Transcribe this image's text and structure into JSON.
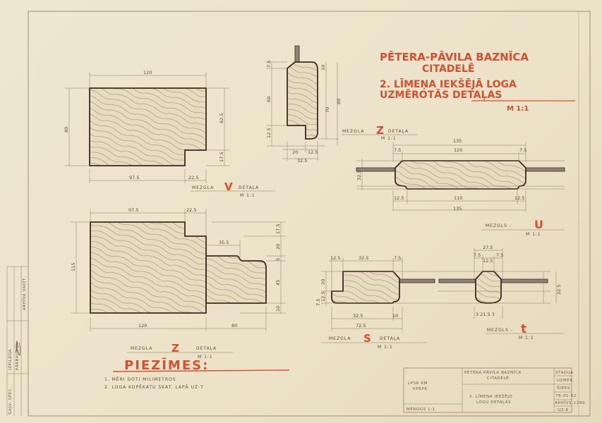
{
  "title": {
    "line1": "PĒTERA-PĀVILA BAZNĪCA",
    "line2": "CITADELĒ",
    "line3": "2. LĪMEŅA IEKŠĒJĀ LOGA",
    "line4": "UZMĒROTĀS DETAĻAS",
    "scale": "M 1:1"
  },
  "details": {
    "v": {
      "label_left": "MEZGLA",
      "letter": "V",
      "label_right": "DETAĻA",
      "scale": "M 1:1",
      "dims": {
        "top": "120",
        "left": "80",
        "bottom_a": "97.5",
        "bottom_b": "22.5",
        "right_a": "62.5",
        "right_b": "17.5"
      }
    },
    "z_small": {
      "label_left": "MEZGLA",
      "letter": "Z",
      "label_right": "DETAĻA",
      "scale": "M 1:1",
      "dims": {
        "l1": "7.5",
        "l2": "60",
        "l3": "12.5",
        "r1": "10",
        "r2": "70",
        "r3": "80",
        "b1": "20",
        "b2": "12.5",
        "b3": "32.5"
      }
    },
    "u": {
      "label_left": "MEZGLS -",
      "letter": "U",
      "scale": "M 1:1",
      "dims": {
        "top_total": "135",
        "t1": "7.5",
        "t2": "120",
        "t3": "7.5",
        "b1": "12.5",
        "b2": "110",
        "b3": "12.5",
        "bottom_total": "135",
        "left": "32.5"
      }
    },
    "z_large": {
      "label_left": "MEZGLA",
      "letter": "Z",
      "label_right": "DETAĻA",
      "scale": "M 1:1",
      "dims": {
        "t1": "97.5",
        "t2": "22.5",
        "left": "115",
        "inner": "35.5",
        "r1": "17.5",
        "r2": "20",
        "r3": "5",
        "r4": "45",
        "r5": "10",
        "b1": "120",
        "b2": "80"
      }
    },
    "s": {
      "label_left": "MEZGLA",
      "letter": "S",
      "label_right": "DETAĻA",
      "scale": "M 1:1",
      "dims": {
        "t1": "12.5",
        "t2": "32.5",
        "t3": "7.5",
        "l1": "20",
        "l2": "12.5",
        "l3": "7.5",
        "b1": "32.5",
        "b2": "10",
        "b3": "72.5"
      }
    },
    "t": {
      "label_left": "MEZGLS -",
      "letter": "t",
      "scale": "M 1:1",
      "dims": {
        "top": "27.5",
        "t1": "7.5",
        "t2": "12.5",
        "t3": "7.5",
        "bottom": "3 21.5 3",
        "right": "32.5"
      }
    }
  },
  "notes": {
    "heading": "PIEZĪMES:",
    "items": [
      "1. MĒRI DOTI MILIMETROS",
      "2. LOGA KOPĒKATU SKAT. LAPĀ UZ-7"
    ]
  },
  "title_block": {
    "org_1": "LPSR KM",
    "org_2": "KPRPK",
    "scale": "MĒROGS 1:1",
    "project_1": "PĒTERA-PĀVILA BAZNĪCA",
    "project_2": "CITADELĒ",
    "sheet_1": "2. LĪMEŅA IEKŠĒJO",
    "sheet_2": "LOGU DETAĻAS",
    "stage": "STADIJA",
    "stage_val": "UZMER.",
    "author": "ŠIERS",
    "date": "78-01-02",
    "archive": "ARHĪVS 1290",
    "sheet_no": "UZ-8"
  },
  "side_strip": [
    "ARHĪVA VADĪT.",
    "IZPILDĪJA",
    "PĀRBAUDĪJA",
    "GALV. SPEC."
  ],
  "colors": {
    "paper": "#ede3ca",
    "ink": "#3b2a20",
    "accent": "#d4512f"
  }
}
